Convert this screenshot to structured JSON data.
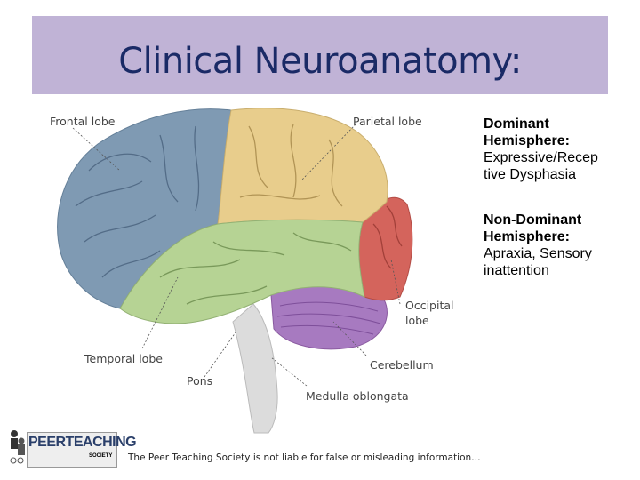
{
  "title": "Clinical Neuroanatomy:",
  "labels": {
    "frontal": "Frontal lobe",
    "parietal": "Parietal lobe",
    "occipital_1": "Occipital",
    "occipital_2": "lobe",
    "temporal": "Temporal lobe",
    "cerebellum": "Cerebellum",
    "pons": "Pons",
    "medulla": "Medulla oblongata"
  },
  "side": {
    "dominant_heading_1": "Dominant",
    "dominant_heading_2": "Hemisphere:",
    "dominant_text_1": "Expressive/Recep",
    "dominant_text_2": "tive Dysphasia",
    "nondominant_heading_1": "Non-Dominant",
    "nondominant_heading_2": "Hemisphere:",
    "nondominant_text_1": "Apraxia, Sensory",
    "nondominant_text_2": "inattention"
  },
  "logo": {
    "text": "PEERTEACHING",
    "sub": "SOCIETY"
  },
  "disclaimer": "The Peer Teaching Society is not liable for false or misleading information…",
  "colors": {
    "title_bar": "#c0b3d6",
    "title_text": "#1a2a66",
    "frontal": "#7f9ab3",
    "parietal": "#e8cd8c",
    "occipital": "#d4645c",
    "temporal": "#b6d394",
    "cerebellum": "#a77ac0",
    "brainstem": "#dcdcdc"
  }
}
